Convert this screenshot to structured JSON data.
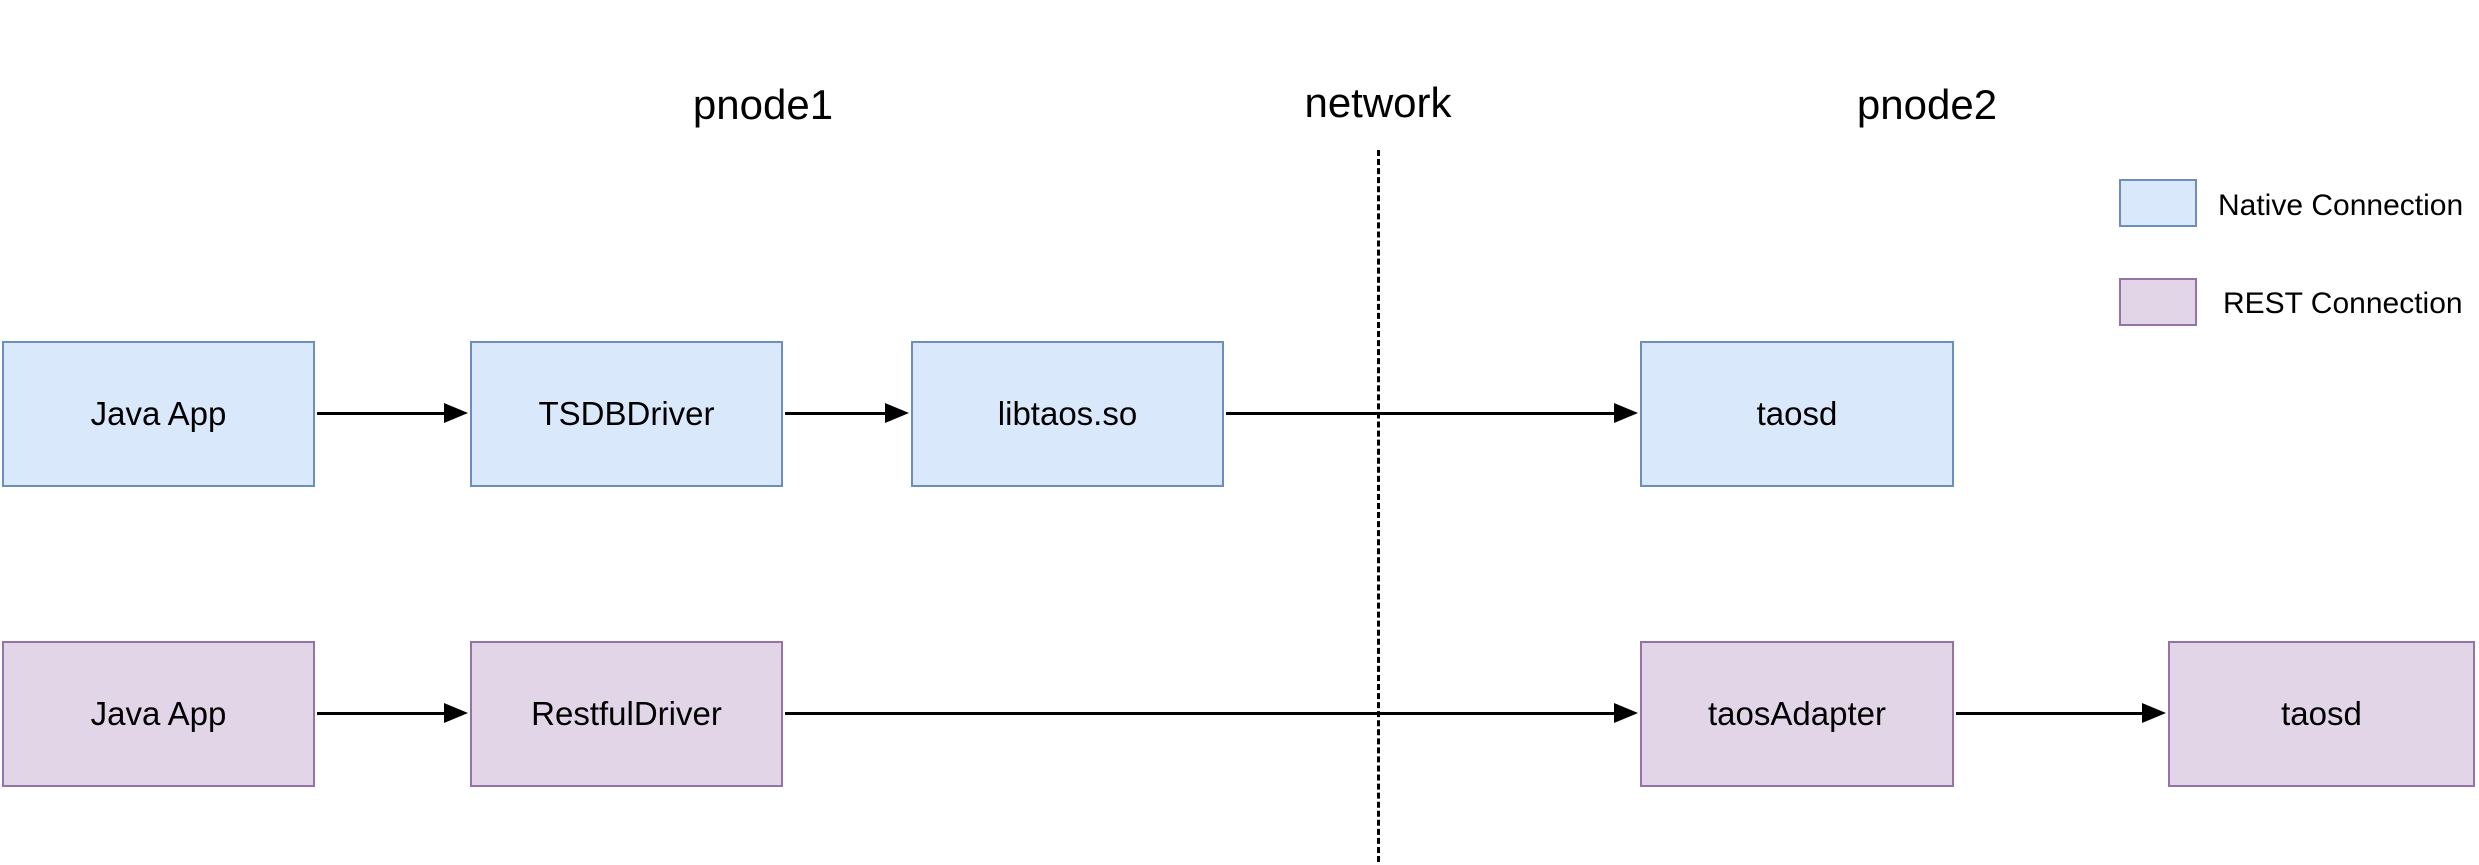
{
  "zones": [
    {
      "label": "pnode1"
    },
    {
      "label": "network"
    },
    {
      "label": "pnode2"
    }
  ],
  "native_flow": {
    "legend_label": "Native Connection",
    "fill": "#dae8fc",
    "stroke": "#6c8ebf",
    "nodes": [
      {
        "label": "Java App"
      },
      {
        "label": "TSDBDriver"
      },
      {
        "label": "libtaos.so"
      },
      {
        "label": "taosd"
      }
    ],
    "edges": [
      {
        "from": "Java App",
        "to": "TSDBDriver"
      },
      {
        "from": "TSDBDriver",
        "to": "libtaos.so"
      },
      {
        "from": "libtaos.so",
        "to": "taosd"
      }
    ]
  },
  "rest_flow": {
    "legend_label": "REST Connection",
    "fill": "#e1d5e7",
    "stroke": "#9673a6",
    "nodes": [
      {
        "label": "Java App"
      },
      {
        "label": "RestfulDriver"
      },
      {
        "label": "taosAdapter"
      },
      {
        "label": "taosd"
      }
    ],
    "edges": [
      {
        "from": "Java App",
        "to": "RestfulDriver"
      },
      {
        "from": "RestfulDriver",
        "to": "taosAdapter"
      },
      {
        "from": "taosAdapter",
        "to": "taosd"
      }
    ]
  },
  "divider": {
    "between": [
      "pnode1",
      "pnode2"
    ],
    "style": "dashed",
    "color": "#000000"
  },
  "arrow_color": "#000000",
  "background": "#ffffff"
}
